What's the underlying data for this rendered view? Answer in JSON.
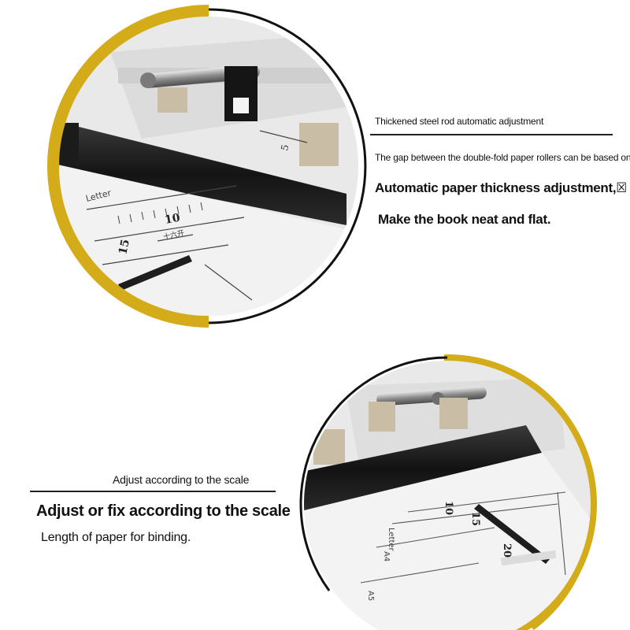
{
  "colors": {
    "accent_ring": "#d4ac1a",
    "roller": "#1c1c1c",
    "plate": "#f1f1f1",
    "steel": "#9a9a9a"
  },
  "top_section": {
    "heading": "Thickened steel rod automatic adjustment",
    "line1": "The gap between the double-fold paper rollers can be based on",
    "line2": "Automatic paper thickness adjustment,☒",
    "line3": "Make the book neat and flat.",
    "photo_marks": {
      "scale_a": "Letter",
      "scale_b": "10",
      "scale_c": "15",
      "scale_d": "5",
      "scale_e": "十六开"
    }
  },
  "bottom_section": {
    "heading": "Adjust according to the scale",
    "line1": "Adjust or fix according to the scale",
    "line2": "Length of paper for binding.",
    "photo_marks": {
      "scale_a": "Letter",
      "scale_b": "10",
      "scale_c": "15",
      "scale_d": "20",
      "scale_e": "A4",
      "scale_f": "A5"
    }
  }
}
